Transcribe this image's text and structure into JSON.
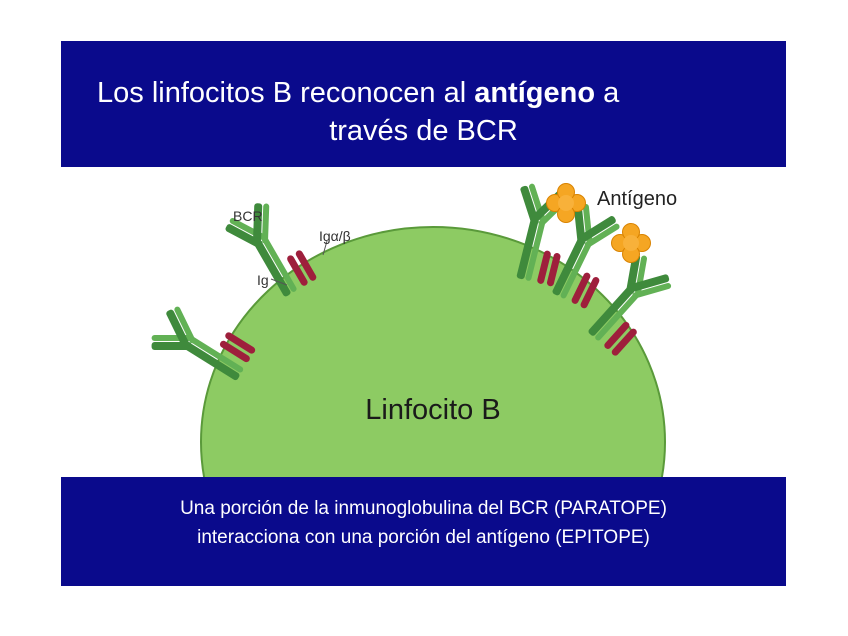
{
  "title": {
    "line1_prefix": "Los linfocitos B reconocen al ",
    "line1_bold": "antígeno",
    "line1_suffix": " a",
    "line2": "través de BCR"
  },
  "diagram": {
    "cell_label": "Linfocito B",
    "labels": {
      "bcr": "BCR",
      "ig": "Ig",
      "ig_alpha_beta": "Igα/β",
      "antigen": "Antígeno"
    },
    "colors": {
      "cell": "#8dcb63",
      "cell_stroke": "#5a9a3a",
      "receptor": "#3f8a3c",
      "receptor_light": "#62b155",
      "ig_alpha_beta": "#9e1f3c",
      "antigen": "#f5a623",
      "banner": "#0a0a8c"
    }
  },
  "caption": {
    "line1": "Una porción de la inmunoglobulina del BCR (PARATOPE)",
    "line2": "interacciona con una porción del antígeno (EPITOPE)"
  }
}
